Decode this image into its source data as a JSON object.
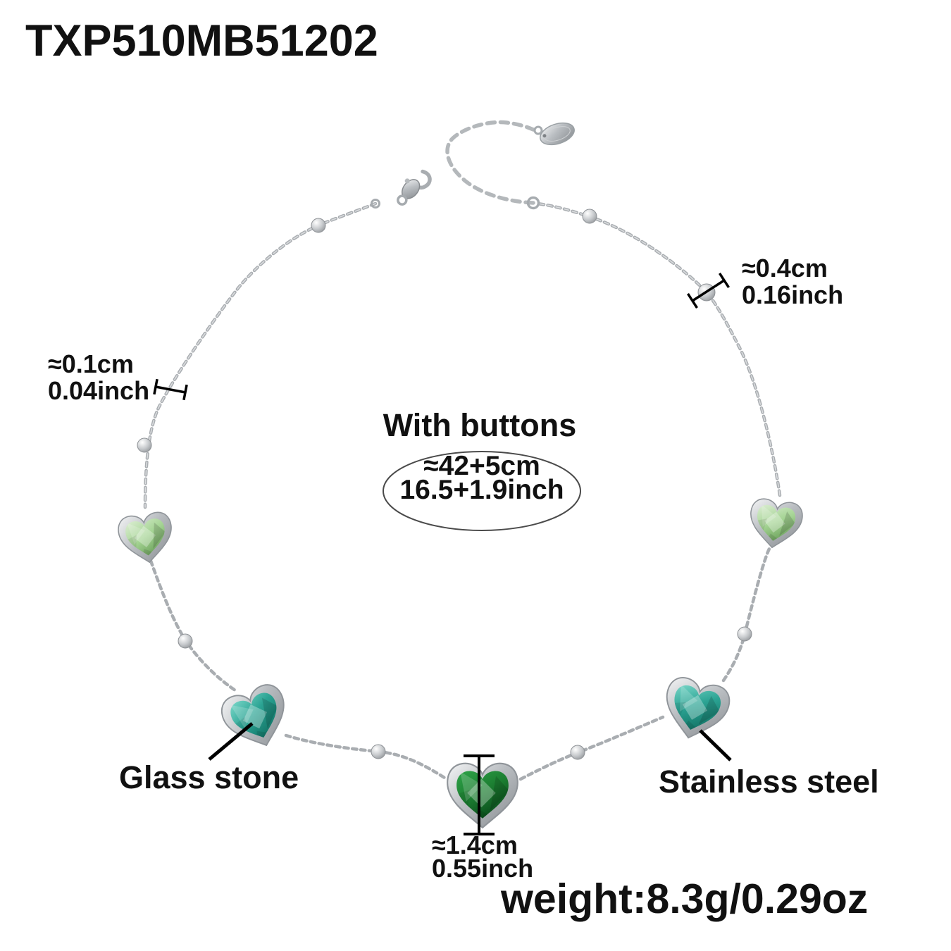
{
  "product": {
    "model": "TXP510MB51202",
    "weight_label": "weight:8.3g/0.29oz"
  },
  "measurements": {
    "bead": {
      "cm": "≈0.4cm",
      "inch": "0.16inch"
    },
    "chain": {
      "cm": "≈0.1cm",
      "inch": "0.04inch"
    },
    "length": {
      "title": "With buttons",
      "cm": "≈42+5cm",
      "inch": "16.5+1.9inch"
    },
    "pendant": {
      "cm": "≈1.4cm",
      "inch": "0.55inch"
    }
  },
  "materials": {
    "stone": "Glass stone",
    "metal": "Stainless steel"
  },
  "icons": {
    "clasp": "lobster-clasp-icon",
    "tag": "brand-tag-icon",
    "hearts": [
      "heart-stone-green-left",
      "heart-stone-teal-left",
      "heart-stone-emerald-center",
      "heart-stone-teal-right",
      "heart-stone-green-right"
    ]
  },
  "colors": {
    "background": "#ffffff",
    "text": "#111111",
    "metal-light": "#f0f1f2",
    "metal-mid": "#b9bdc1",
    "metal-dark": "#84888c",
    "stone-teal": "#2ba393",
    "stone-green": "#a5d494",
    "stone-emerald": "#1b7c30"
  }
}
